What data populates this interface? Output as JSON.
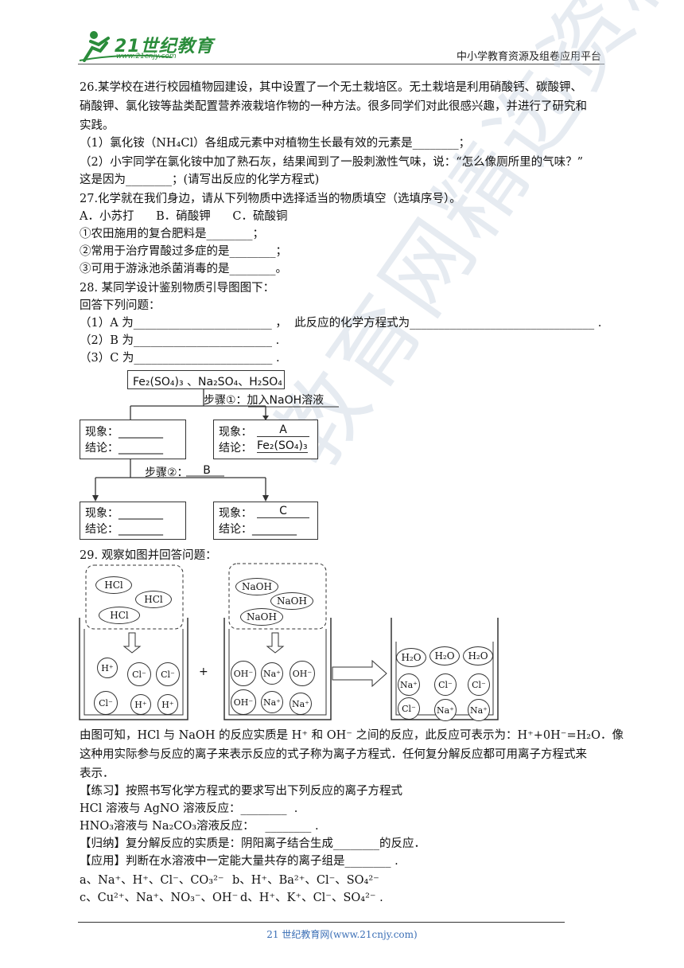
{
  "header": {
    "logo_text": "21世纪教育",
    "logo_url": "www.21cnjy.com",
    "right_text": "中小学教育资源及组卷应用平台"
  },
  "watermark": "教育网精选资料",
  "q26": {
    "line1": "26.某学校在进行校园植物园建设，其中设置了一个无土栽培区。无土栽培是利用硝酸钙、碳酸钾、",
    "line2": "硝酸钾、氯化铵等盐类配置营养液栽培作物的一种方法。很多同学们对此很感兴趣，并进行了研究和",
    "line3": "实践。",
    "line4": "（1）氯化铵（NH₄Cl）各组成元素中对植物生长最有效的元素是________；",
    "line5": "（2）小宇同学在氯化铵中加了熟石灰，结果闻到了一股刺激性气味，说：“怎么像厕所里的气味？”",
    "line6": "这是因为________；(请写出反应的化学方程式)"
  },
  "q27": {
    "line1": "27.化学就在我们身边，请从下列物质中选择适当的物质填空（选填序号）。",
    "line2": "A．小苏打      B．硝酸钾      C．硫酸铜",
    "line3": "①农田施用的复合肥料是________；",
    "line4": "②常用于治疗胃酸过多症的是________；",
    "line5": "③可用于游泳池杀菌消毒的是________。"
  },
  "q28": {
    "line1": "28. 某同学设计鉴别物质引导图图下：",
    "line2": "回答下列问题：",
    "line3": "（1）A 为________________________ ，  此反应的化学方程式为________________________________ .",
    "line4": "（2）B 为________________________ .",
    "line5": "（3）C 为________________________ ."
  },
  "flowchart": {
    "top": "Fe₂(SO₄)₃ 、Na₂SO₄、H₂SO₄",
    "step1": "步骤①：加入NaOH溶液",
    "left1_phen": "现象：________",
    "left1_conc": "结论：________",
    "right1_phen_label": "现象：",
    "right1_phen_val": "A",
    "right1_conc_label": "结论：",
    "right1_conc_val": "Fe₂(SO₄)₃",
    "step2_label": "步骤②：",
    "step2_val": "B",
    "left2_phen": "现象：________",
    "left2_conc": "结论：________",
    "right2_phen_label": "现象：",
    "right2_phen_val": "C",
    "right2_conc": "结论：________"
  },
  "q29": {
    "line1": "29. 观察如图并回答问题：",
    "after1": "由图可知，HCl 与 NaOH 的反应实质是 H⁺ 和 OH⁻ 之间的反应，此反应可表示为：H⁺+0H⁻=H₂O．像",
    "after2": "这种用实际参与反应的离子来表示反应的式子称为离子方程式．任何复分解反应都可用离子方程式来",
    "after3": "表示．",
    "practice": "【练习】按照书写化学方程式的要求写出下列反应的离子方程式",
    "p1": "HCl 溶液与 AgNO 溶液反应：________  .",
    "p2": "HNO₃溶液与 Na₂CO₃溶液反应：   ________ .",
    "summary": "【归纳】复分解反应的实质是：阴阳离子结合生成________的反应．",
    "apply": "【应用】判断在水溶液中一定能大量共存的离子组是________ .",
    "opt_a": "a、Na⁺、H⁺、Cl⁻、CO₃²⁻",
    "opt_b": "b、H⁺、Ba²⁺、Cl⁻、SO₄²⁻",
    "opt_c": "c、Cu²⁺、Na⁺、NO₃⁻、OH⁻",
    "opt_d": "d、H⁺、K⁺、Cl⁻、SO₄²⁻ ."
  },
  "diagram": {
    "hcl": "HCl",
    "naoh": "NaOH",
    "h2o": "H₂O",
    "h": "H⁺",
    "cl": "Cl⁻",
    "oh": "OH⁻",
    "na": "Na⁺",
    "plus": "+"
  },
  "footer": "21 世纪教育网(www.21cnjy.com)"
}
